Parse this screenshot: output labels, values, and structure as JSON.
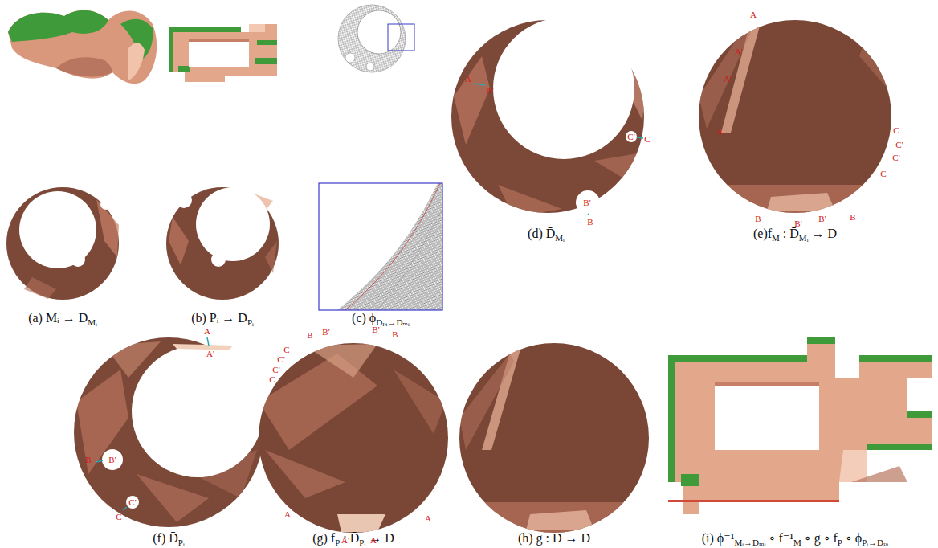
{
  "diagram": {
    "labels": [
      "(a) Mᵢ → D",
      "Mᵢ",
      "(b) Pᵢ → D",
      "Pᵢ",
      "(c) ϕ",
      "Dₚᵢ→Dₘᵢ",
      "(d) D̄",
      "Mᵢ",
      "(e)f",
      "M",
      " : D̄",
      "Mᵢ",
      " → D",
      "(f) D̄",
      "Pᵢ",
      "(g) f",
      "P",
      " : D̄",
      "Pᵢ",
      " → D",
      "(h) g : D → D",
      "(i) ϕ⁻¹",
      "Mᵢ→Dₘᵢ",
      " ∘ f⁻¹",
      "M",
      " ∘ g ∘ f",
      "P",
      " ∘ ϕ",
      "Pᵢ→Dₚᵢ",
      "A",
      "A'",
      "B'",
      "B",
      "C'",
      "C",
      "A",
      "A'",
      "A'",
      "A",
      "C",
      "C'",
      "C'",
      "C",
      "B",
      "B'",
      "B'",
      "B",
      "A",
      "A'",
      "B'",
      "B",
      "C'",
      "C",
      "B",
      "B'",
      "B'",
      "B",
      "C",
      "C'",
      "C'",
      "C",
      "A",
      "A'",
      "A'",
      "A"
    ]
  }
}
